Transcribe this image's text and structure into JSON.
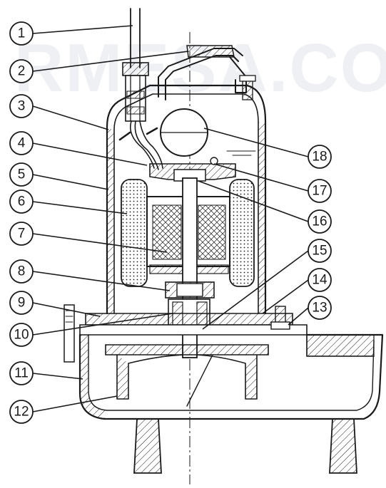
{
  "watermark": "RMESA.COM",
  "colors": {
    "line": "#1a1a1a",
    "watermark": "#eef0f4",
    "background": "#ffffff"
  },
  "callouts": {
    "c1": "1",
    "c2": "2",
    "c3": "3",
    "c4": "4",
    "c5": "5",
    "c6": "6",
    "c7": "7",
    "c8": "8",
    "c9": "9",
    "c10": "10",
    "c11": "11",
    "c12": "12",
    "c13": "13",
    "c14": "14",
    "c15": "15",
    "c16": "16",
    "c17": "17",
    "c18": "18"
  }
}
